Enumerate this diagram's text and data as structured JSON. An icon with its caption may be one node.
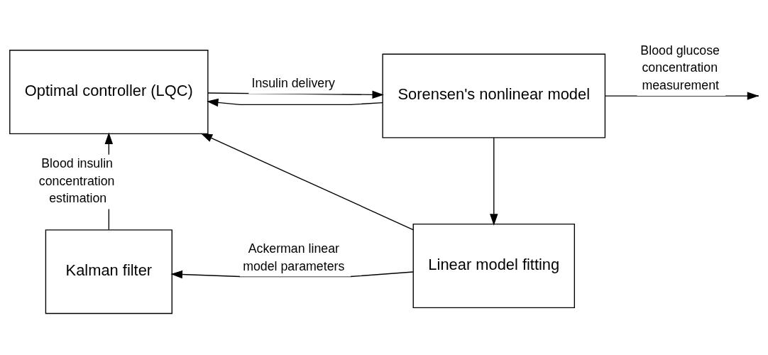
{
  "diagram": {
    "nodes": [
      {
        "text": [
          "Optimal controller (LQC)"
        ]
      },
      {
        "text": [
          "Sorensen's nonlinear model"
        ]
      },
      {
        "text": [
          "Kalman filter"
        ]
      },
      {
        "text": [
          "Linear model fitting"
        ]
      }
    ],
    "edges": [
      {
        "from": 0,
        "to": 1,
        "arrow": "to",
        "label": "Insulin delivery"
      },
      {
        "from": 1,
        "to": null,
        "arrow": "to",
        "label": "Blood glucose concentration measurement"
      },
      {
        "from": 1,
        "to": 3,
        "arrow": "to"
      },
      {
        "from": 1,
        "to": 0,
        "arrow": "to"
      },
      {
        "from": 3,
        "to": 2,
        "arrow": "to",
        "label": "Ackerman linear model parameters"
      },
      {
        "from": 3,
        "to": 0,
        "arrow": "to"
      },
      {
        "from": 2,
        "to": 0,
        "arrow": "to",
        "label": "Blood insulin concentration estimation"
      }
    ]
  }
}
